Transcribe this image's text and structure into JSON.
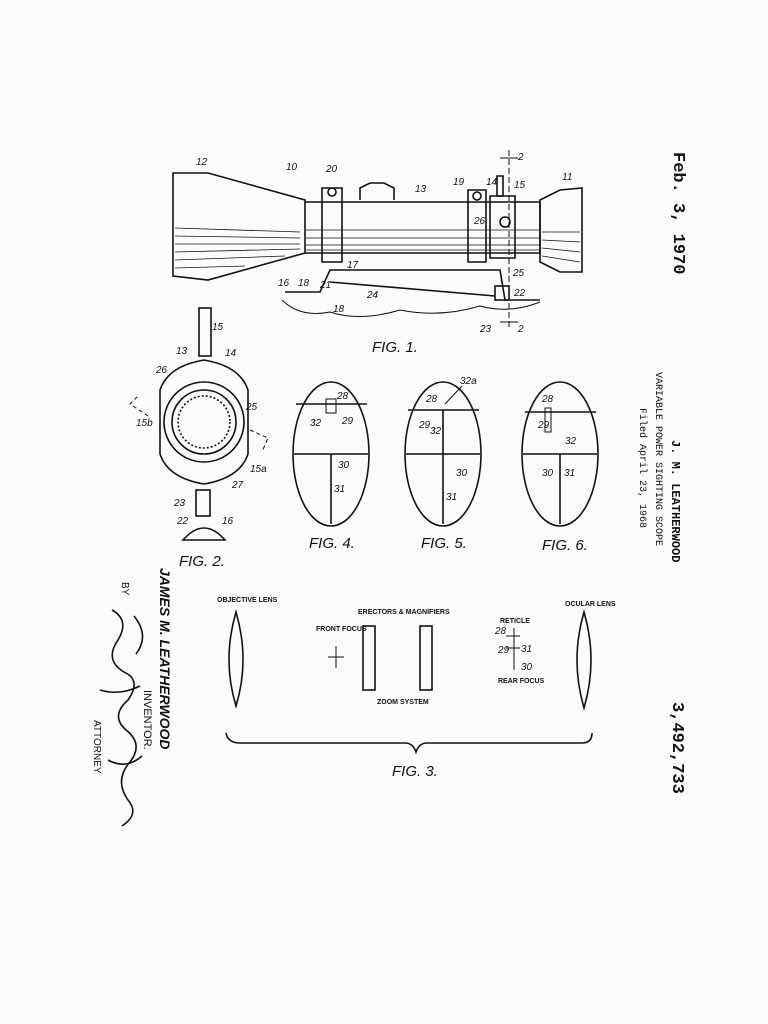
{
  "header": {
    "date": "Feb. 3, 1970",
    "inventor_name": "J. M. LEATHERWOOD",
    "title": "VARIABLE POWER SIGHTING SCOPE",
    "filed": "Filed April 23, 1968",
    "patent_number": "3,492,733"
  },
  "figures": {
    "fig1": "FIG. 1.",
    "fig2": "FIG. 2.",
    "fig3": "FIG. 3.",
    "fig4": "FIG. 4.",
    "fig5": "FIG. 5.",
    "fig6": "FIG. 6."
  },
  "fig1_refs": {
    "r2a": "2",
    "r2b": "2",
    "r10": "10",
    "r11": "11",
    "r12": "12",
    "r13": "13",
    "r14": "14",
    "r15": "15",
    "r16": "16",
    "r17": "17",
    "r18a": "18",
    "r18b": "18",
    "r19": "19",
    "r20": "20",
    "r21": "21",
    "r22": "22",
    "r23": "23",
    "r24": "24",
    "r25": "25",
    "r26": "26"
  },
  "fig2_refs": {
    "r13": "13",
    "r14": "14",
    "r15": "15",
    "r15a": "15a",
    "r15b": "15b",
    "r16": "16",
    "r22": "22",
    "r23": "23",
    "r25": "25",
    "r26": "26",
    "r27": "27"
  },
  "fig4_refs": {
    "r28": "28",
    "r29": "29",
    "r30": "30",
    "r31": "31",
    "r32": "32"
  },
  "fig5_refs": {
    "r28": "28",
    "r29": "29",
    "r30": "30",
    "r31": "31",
    "r32": "32",
    "r32a": "32a"
  },
  "fig6_refs": {
    "r28": "28",
    "r29": "29",
    "r30": "30",
    "r31": "31",
    "r32": "32"
  },
  "fig3_labels": {
    "objective_lens": "OBJECTIVE LENS",
    "front_focus": "FRONT FOCUS",
    "erectors_magnifiers": "ERECTORS & MAGNIFIERS",
    "zoom_system": "ZOOM SYSTEM",
    "reticle": "RETICLE",
    "rear_focus": "REAR FOCUS",
    "ocular_lens": "OCULAR LENS",
    "r28": "28",
    "r29": "29",
    "r30": "30",
    "r31": "31"
  },
  "signature": {
    "inventor_name": "JAMES M. LEATHERWOOD",
    "inventor_role": "INVENTOR.",
    "by": "BY",
    "attorney": "ATTORNEY",
    "signature_text": "Herbert J. Brown"
  }
}
